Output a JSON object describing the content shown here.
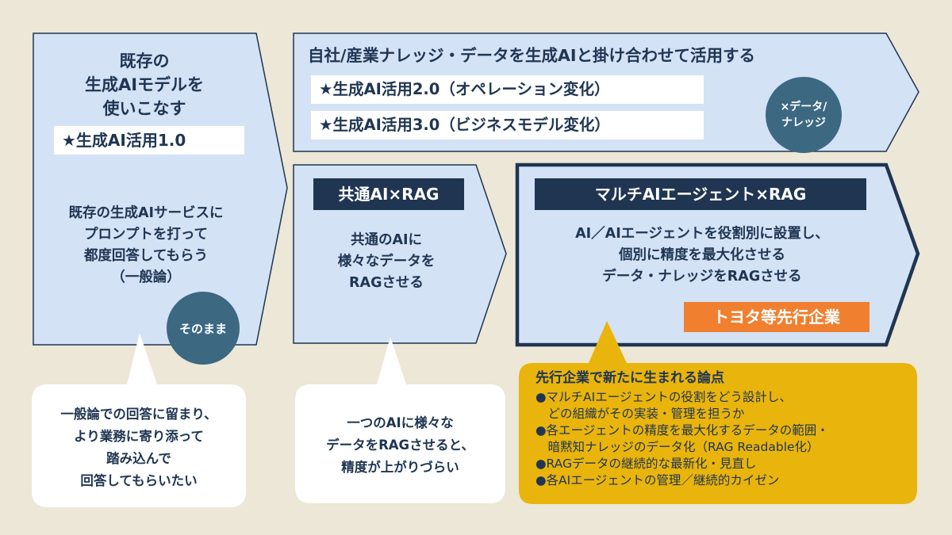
{
  "colors": {
    "background": "#ECE7D6",
    "box_fill": "#D3E2F5",
    "navy": "#1F3552",
    "circle": "#3C6882",
    "orange": "#F08030",
    "gold": "#E9B40C",
    "bubble": "#FFFFFF"
  },
  "col1": {
    "title": "既存の\n生成AIモデルを\n使いこなす",
    "badge": "★生成AI活用1.0",
    "body": "既存の生成AIサービスに\nプロンプトを打って\n都度回答してもらう\n（一般論）",
    "circle": "そのまま",
    "bubble": "一般論での回答に留まり、\nより業務に寄り添って\n踏み込んで\n回答してもらいたい"
  },
  "top": {
    "title": "自社/産業ナレッジ・データを生成AIと掛け合わせて活用する",
    "badge1": "★生成AI活用2.0（オペレーション変化）",
    "badge2": "★生成AI活用3.0（ビジネスモデル変化）",
    "circle": "×データ/\nナレッジ"
  },
  "col2": {
    "label": "共通AI×RAG",
    "body": "共通のAIに\n様々なデータを\nRAGさせる",
    "bubble": "一つのAIに様々な\nデータをRAGさせると、\n精度が上がりづらい"
  },
  "col3": {
    "label": "マルチAIエージェント×RAG",
    "body": "AI／AIエージェントを役割別に設置し、\n個別に精度を最大化させる\nデータ・ナレッジをRAGさせる",
    "badge": "トヨタ等先行企業",
    "bubble_title": "先行企業で新たに生まれる論点",
    "bullets": [
      "●マルチAIエージェントの役割をどう設計し、\n　どの組織がその実装・管理を担うか",
      "●各エージェントの精度を最大化するデータの範囲・\n　暗黙知ナレッジのデータ化（RAG Readable化）",
      "●RAGデータの継続的な最新化・見直し",
      "●各AIエージェントの管理／継続的カイゼン"
    ]
  }
}
